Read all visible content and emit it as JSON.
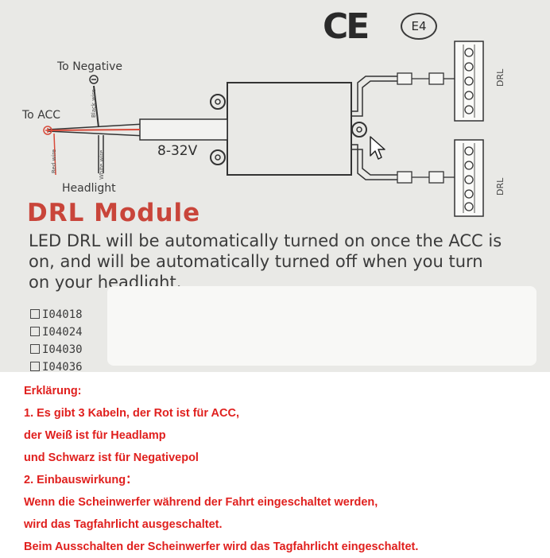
{
  "diagram": {
    "certification": {
      "ce_mark": "CE",
      "e_mark": "E4"
    },
    "labels": {
      "to_negative": "To Negative",
      "to_acc": "To ACC",
      "headlight": "Headlight",
      "voltage": "8-32V",
      "black_wire": "Black wire",
      "red_wire": "Red wire",
      "white_wire": "White wire",
      "drl_top": "DRL",
      "drl_bottom": "DRL"
    },
    "title": "DRL Module",
    "description": [
      "LED DRL will be automatically turned on once the ACC is",
      "on, and will be automatically turned off when you turn",
      "on your headlight."
    ],
    "checklist": [
      "I04018",
      "I04024",
      "I04030",
      "I04036"
    ]
  },
  "notes": {
    "color": "#e0201e",
    "lines": [
      "Erklärung:",
      "1. Es gibt 3 Kabeln, der Rot ist für ACC,",
      "der Weiß ist für Headlamp",
      "und Schwarz ist für Negativepol",
      "2. Einbauswirkung：",
      "Wenn die Scheinwerfer während der Fahrt eingeschaltet werden,",
      "wird das Tagfahrlicht ausgeschaltet.",
      "Beim Ausschalten der Scheinwerfer wird das Tagfahrlicht eingeschaltet."
    ]
  }
}
